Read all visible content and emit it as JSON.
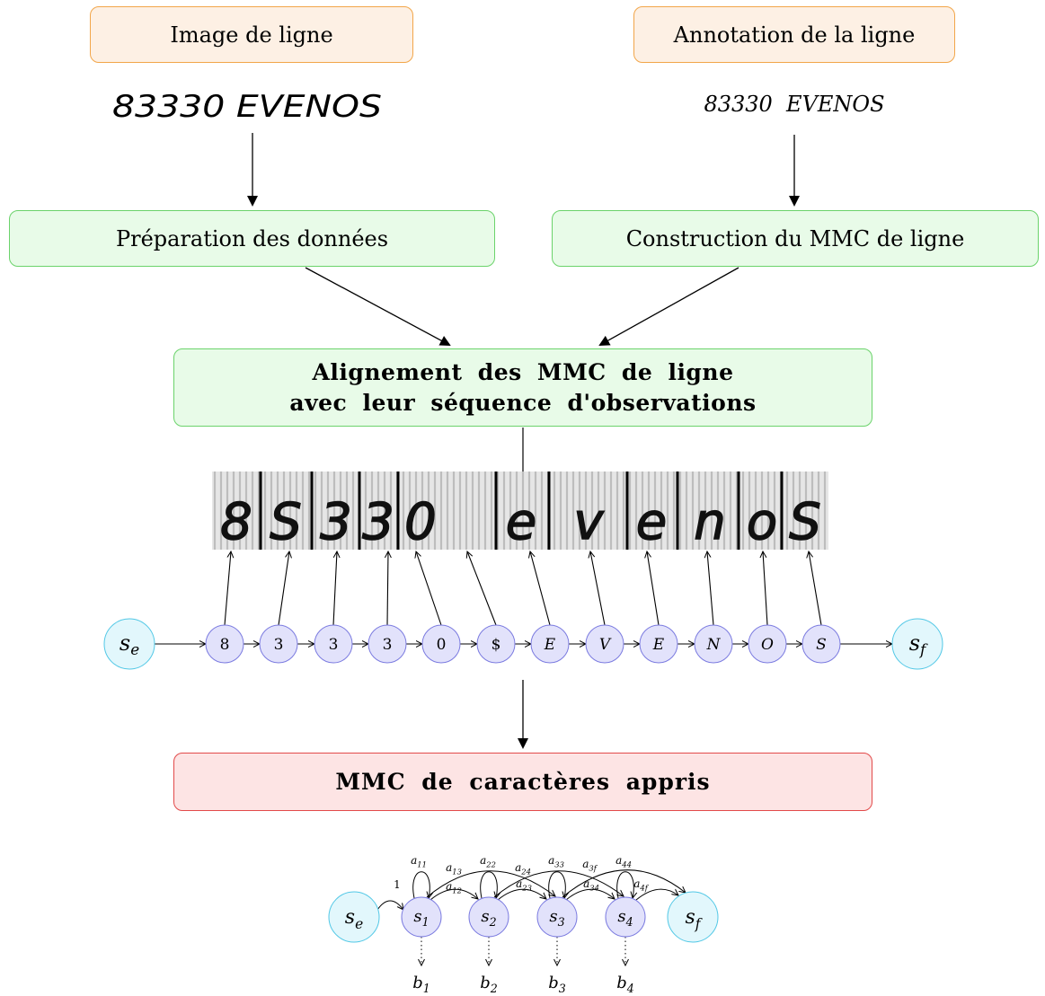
{
  "boxes": {
    "image_line": "Image de ligne",
    "annotation_line": "Annotation de la ligne",
    "preparation": "Préparation des données",
    "construction": "Construction du MMC de ligne",
    "alignment_line1": "Alignement des MMC de ligne",
    "alignment_line2": "avec leur séquence d'observations",
    "learned": "MMC de caractères appris"
  },
  "handwritten_sample": "83330 EVENOS",
  "annotation_text": "83330  EVENOS",
  "hmm_chain": {
    "start": "s_e",
    "end": "s_f",
    "states": [
      "8",
      "3",
      "3",
      "3",
      "0",
      "$",
      "E",
      "V",
      "E",
      "N",
      "O",
      "S"
    ]
  },
  "char_hmm": {
    "states": [
      "s1",
      "s2",
      "s3",
      "s4"
    ],
    "start_label": "s_e",
    "end_label": "s_f",
    "transitions": [
      "1",
      "a11",
      "a12",
      "a13",
      "a22",
      "a23",
      "a24",
      "a33",
      "a34",
      "a3f",
      "a44",
      "a4f"
    ],
    "emissions": [
      "b1",
      "b2",
      "b3",
      "b4"
    ]
  },
  "colors": {
    "orange_fill": "#fdf0e4",
    "orange_border": "#f2a64a",
    "green_fill": "#e8fbe8",
    "green_border": "#6bd36b",
    "red_fill": "#fde4e4",
    "red_border": "#e24a4a",
    "state_fill": "#e2e2fb",
    "state_border": "#7b7be0",
    "terminal_fill": "#e2f7fc",
    "terminal_border": "#52c8e6"
  }
}
